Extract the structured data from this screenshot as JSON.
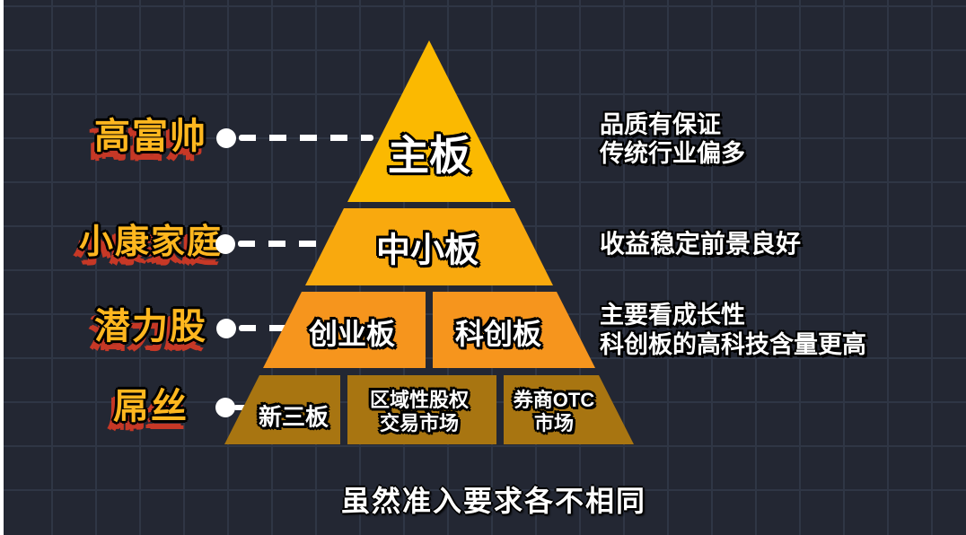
{
  "colors": {
    "bg": "#232733",
    "grid": "#2f3645",
    "edge": "#ffffff",
    "tier1": "#FBB901",
    "tier2": "#F9A90E",
    "tier3": "#F6951D",
    "tier4": "#A87511",
    "gold": "#FFB71F",
    "goldshadow": "#C63826",
    "text": "#FFFFFF",
    "connector": "#FFFFFF"
  },
  "audiences": [
    {
      "label": "高富帅"
    },
    {
      "label": "小康家庭"
    },
    {
      "label": "潜力股"
    },
    {
      "label": "屌丝"
    }
  ],
  "pyramid": {
    "tier1": {
      "label": "主板"
    },
    "tier2": {
      "label": "中小板"
    },
    "tier3": {
      "left_label": "创业板",
      "right_label": "科创板"
    },
    "tier4": {
      "cell1": {
        "line1": "新三板"
      },
      "cell2": {
        "line1": "区域性股权",
        "line2": "交易市场"
      },
      "cell3": {
        "line1": "券商OTC",
        "line2": "市场"
      }
    }
  },
  "notes": [
    {
      "line1": "品质有保证",
      "line2": "传统行业偏多"
    },
    {
      "line1": "收益稳定前景良好"
    },
    {
      "line1": "主要看成长性",
      "line2": "科创板的高科技含量更高"
    }
  ],
  "caption": "虽然准入要求各不相同"
}
